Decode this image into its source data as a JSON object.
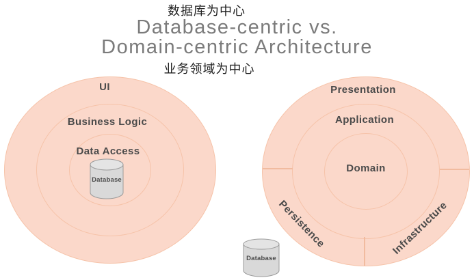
{
  "header": {
    "subtitle_top": "数据库为中心",
    "title_line1": "Database-centric vs.",
    "title_line2": "Domain-centric Architecture",
    "subtitle_bottom": "业务领域为中心"
  },
  "left_diagram": {
    "name": "database-centric",
    "labels": {
      "outer": "UI",
      "middle": "Business Logic",
      "inner": "Data Access"
    },
    "database_label": "Database",
    "icon": "database-cylinder-icon"
  },
  "right_diagram": {
    "name": "domain-centric",
    "labels": {
      "outer": "Presentation",
      "middle": "Application",
      "inner": "Domain",
      "bottom_left": "Persistence",
      "bottom_right": "Infrastructure"
    },
    "database_label": "Database",
    "icon": "database-cylinder-icon"
  },
  "colors": {
    "circle_fill": "#fbd8ca",
    "ring_stroke": "#f6c3a9",
    "divider_stroke": "#f1bb9f",
    "title_text": "#7b7b7b",
    "subtitle_text": "#1f1f1f",
    "label_text": "#4a4a4a",
    "cylinder_fill": "#d9d9d9",
    "cylinder_top_fill": "#e4e4e4",
    "cylinder_stroke": "#9b9b9b",
    "background": "#ffffff"
  }
}
